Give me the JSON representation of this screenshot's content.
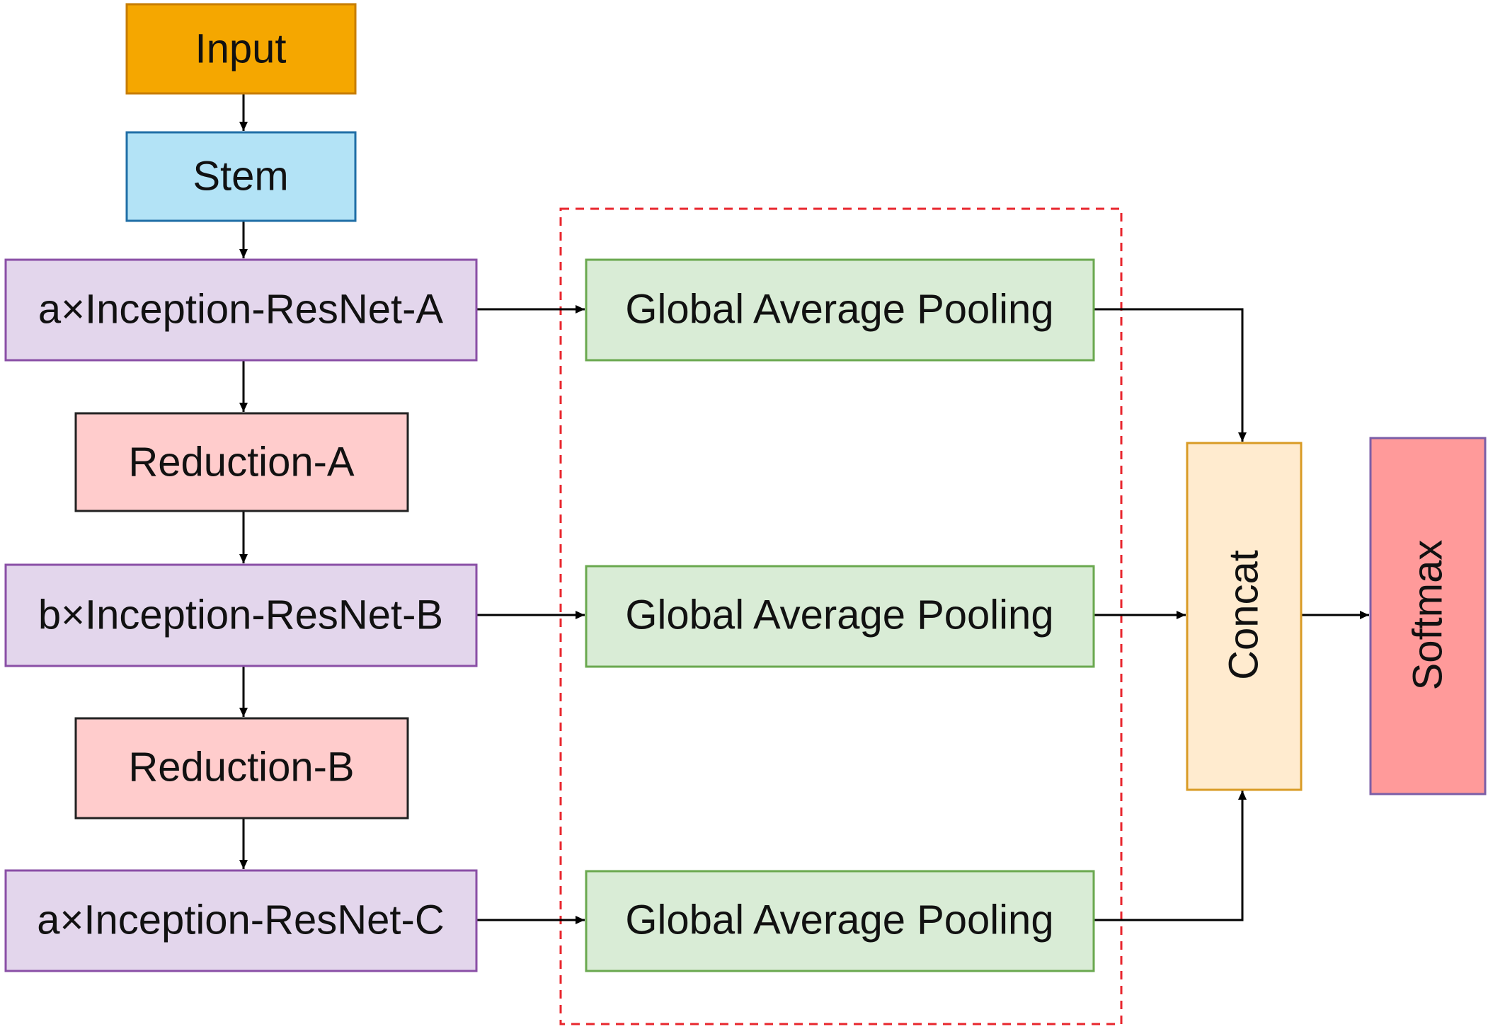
{
  "nodes": {
    "input": {
      "label": "Input",
      "fill": "#f5a700",
      "stroke": "#c77d00"
    },
    "stem": {
      "label": "Stem",
      "fill": "#b3e3f6",
      "stroke": "#1f6ea6"
    },
    "inc_a": {
      "label": "a×Inception-ResNet-A",
      "fill": "#e3d6ec",
      "stroke": "#8a4fa6"
    },
    "red_a": {
      "label": "Reduction-A",
      "fill": "#ffcccc",
      "stroke": "#222222"
    },
    "inc_b": {
      "label": "b×Inception-ResNet-B",
      "fill": "#e3d6ec",
      "stroke": "#8a4fa6"
    },
    "red_b": {
      "label": "Reduction-B",
      "fill": "#ffcccc",
      "stroke": "#222222"
    },
    "inc_c": {
      "label": "a×Inception-ResNet-C",
      "fill": "#e3d6ec",
      "stroke": "#8a4fa6"
    },
    "gap_1": {
      "label": "Global Average Pooling",
      "fill": "#d9ecd6",
      "stroke": "#6aa84f"
    },
    "gap_2": {
      "label": "Global Average Pooling",
      "fill": "#d9ecd6",
      "stroke": "#6aa84f"
    },
    "gap_3": {
      "label": "Global Average Pooling",
      "fill": "#d9ecd6",
      "stroke": "#6aa84f"
    },
    "concat": {
      "label": "Concat",
      "fill": "#ffebcf",
      "stroke": "#d99b25"
    },
    "softmax": {
      "label": "Softmax",
      "fill": "#ff9a9a",
      "stroke": "#7b5ea7"
    }
  },
  "group_border_color": "#e8262d",
  "edge_color": "#000000"
}
